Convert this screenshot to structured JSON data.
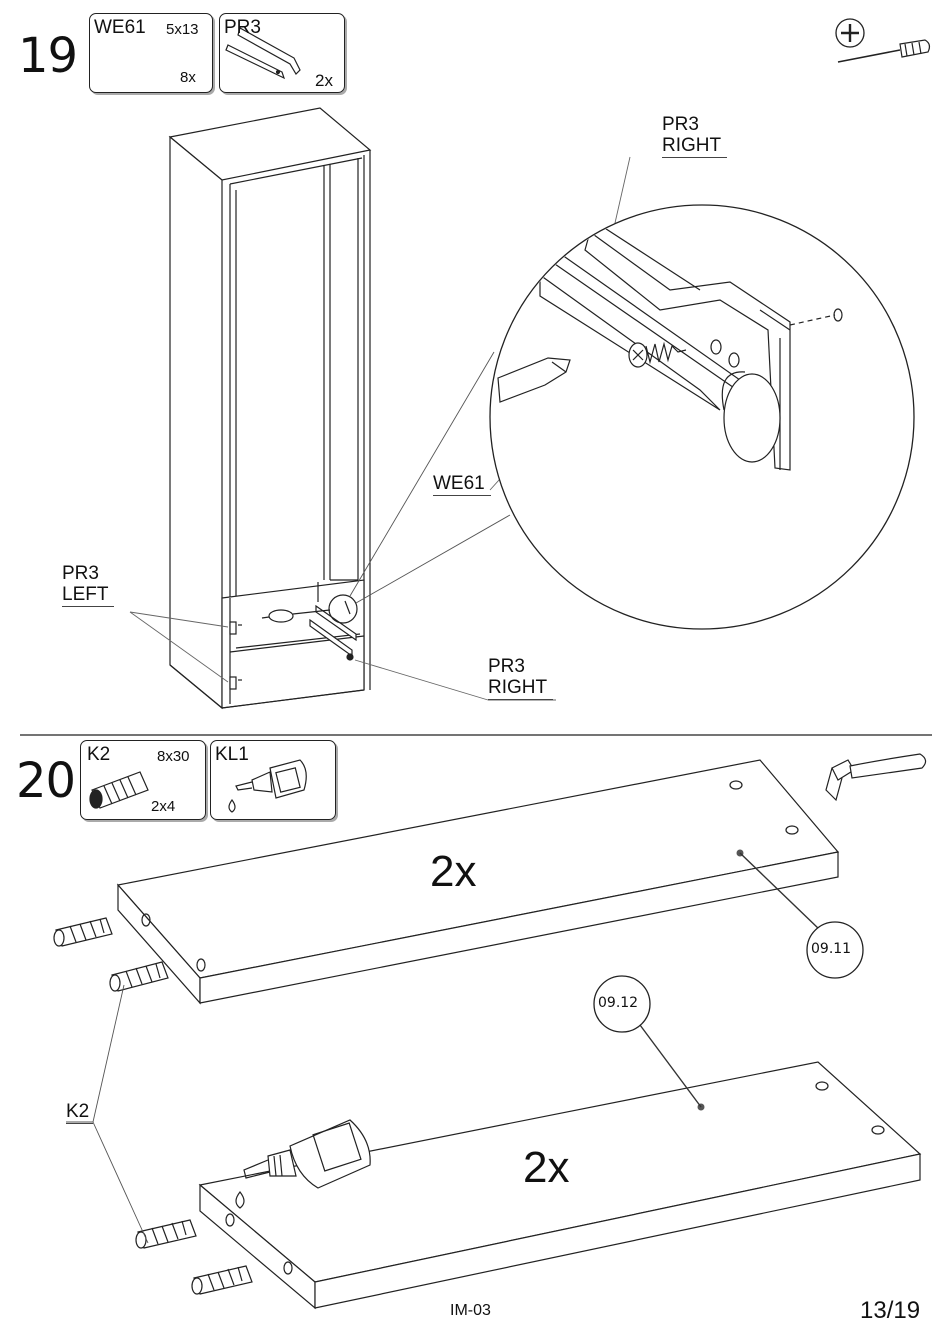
{
  "step19": {
    "number": "19",
    "parts": [
      {
        "code": "WE61",
        "size": "5x13",
        "qty": "8x"
      },
      {
        "code": "PR3",
        "qty": "2x"
      }
    ],
    "labels": {
      "pr3_right_top": [
        "PR3",
        "RIGHT"
      ],
      "we61": "WE61",
      "pr3_left": [
        "PR3",
        "LEFT"
      ],
      "pr3_right_bottom": [
        "PR3",
        "RIGHT"
      ]
    },
    "tool_icon": "phillips-screwdriver-icon"
  },
  "step20": {
    "number": "20",
    "parts": [
      {
        "code": "K2",
        "size": "8x30",
        "qty": "2x4"
      },
      {
        "code": "KL1"
      }
    ],
    "labels": {
      "k2": "K2",
      "panel_top_qty": "2x",
      "panel_bottom_qty": "2x",
      "ref_top": "09.11",
      "ref_bottom": "09.12"
    },
    "tool_icon": "hammer-icon"
  },
  "footer": {
    "doc_code": "IM-03",
    "page": "13/19"
  }
}
